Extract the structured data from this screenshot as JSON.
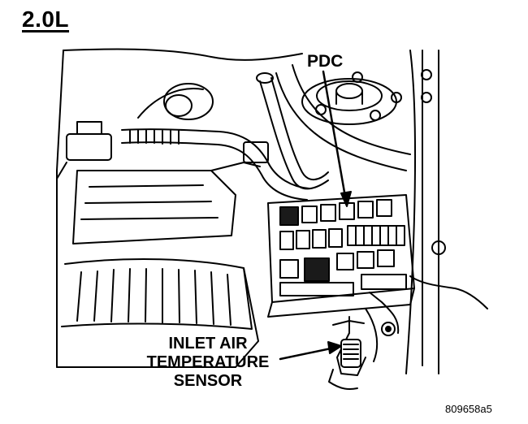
{
  "figure": {
    "title": "2.0L",
    "labels": {
      "pdc": "PDC",
      "inlet_air_sensor": [
        "INLET AIR",
        "TEMPERATURE",
        "SENSOR"
      ]
    },
    "figure_number": "809658a5"
  },
  "colors": {
    "line": "#000000",
    "background": "#ffffff",
    "shade": "#1a1a1a"
  }
}
